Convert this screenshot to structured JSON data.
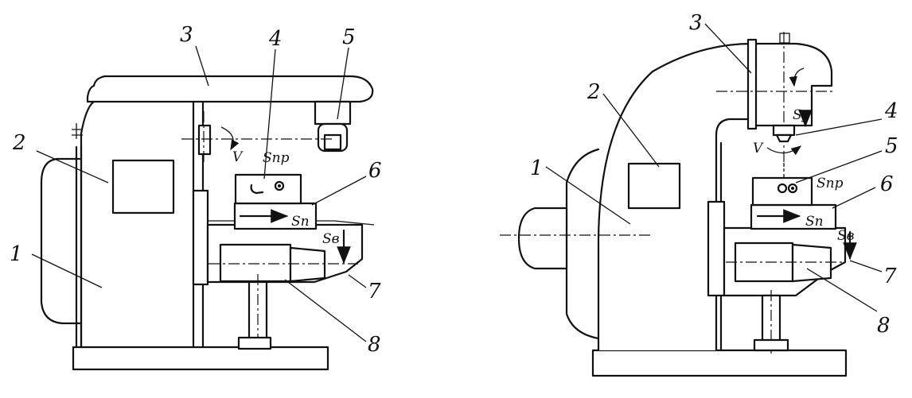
{
  "left_view": {
    "labels": {
      "l1": "1",
      "l2": "2",
      "l3": "3",
      "l4": "4",
      "l5": "5",
      "l6": "6",
      "l7": "7",
      "l8": "8"
    },
    "symbols": {
      "rotation": "V",
      "transverse_feed": "Sпр",
      "longitudinal_feed": "Sп",
      "vertical_feed": "Sв"
    }
  },
  "right_view": {
    "labels": {
      "l1": "1",
      "l2": "2",
      "l3": "3",
      "l4": "4",
      "l5": "5",
      "l6": "6",
      "l7": "7",
      "l8": "8"
    },
    "symbols": {
      "spindle_feed": "Sy",
      "rotation": "V",
      "transverse_feed": "Sпр",
      "longitudinal_feed": "Sп",
      "vertical_feed": "Sв"
    }
  }
}
